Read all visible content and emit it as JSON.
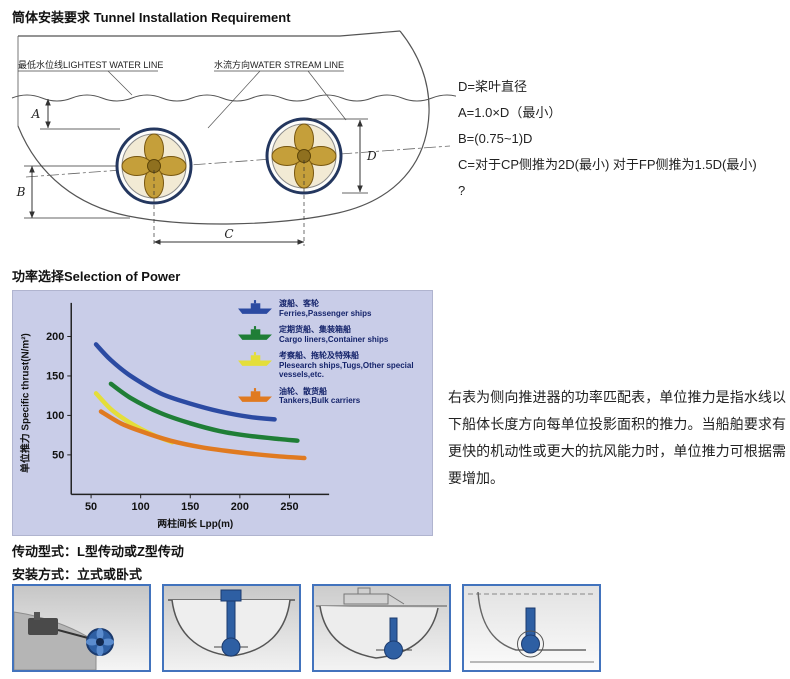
{
  "sections": {
    "tunnel_title": "筒体安装要求 Tunnel Installation Requirement",
    "power_title": "功率选择Selection of Power",
    "drive_line": "传动型式：L型传动或Z型传动",
    "mount_line": "安装方式：立式或卧式"
  },
  "diagram": {
    "lightest_water_line": "最低水位线LIGHTEST WATER LINE",
    "water_stream_line": "水流方向WATER STREAM LINE",
    "dims": {
      "a": "A",
      "b": "B",
      "c": "C",
      "d": "D"
    }
  },
  "specs": [
    "D=桨叶直径",
    "A=1.0×D（最小）",
    "B=(0.75~1)D",
    "C=对于CP侧推为2D(最小) 对于FP侧推为1.5D(最小)",
    "?"
  ],
  "notes": {
    "power_paragraph": "右表为侧向推进器的功率匹配表，单位推力是指水线以下船体长度方向每单位投影面积的推力。当船舶要求有更快的机动性或更大的抗风能力时，单位推力可根据需要增加。"
  },
  "chart_data": {
    "type": "line",
    "title": "",
    "xlabel": "两柱间长 Lpp(m)",
    "ylabel": "单位推力 Specific thrust(N/m²)",
    "xlim": [
      30,
      280
    ],
    "ylim": [
      0,
      230
    ],
    "x_ticks": [
      50,
      100,
      150,
      200,
      250
    ],
    "y_ticks": [
      50,
      100,
      150,
      200
    ],
    "grid": false,
    "legend_position": "top-right",
    "background": "#c9cde8",
    "series": [
      {
        "name_cn": "渡船、客轮",
        "name_en": "Ferries,Passenger ships",
        "color": "#2b4aa2",
        "x": [
          55,
          70,
          90,
          120,
          150,
          180,
          210,
          235
        ],
        "y": [
          190,
          170,
          150,
          128,
          115,
          105,
          98,
          95
        ]
      },
      {
        "name_cn": "定期货船、集装箱船",
        "name_en": "Cargo liners,Container ships",
        "color": "#1f7e36",
        "x": [
          70,
          90,
          120,
          150,
          180,
          210,
          240,
          258
        ],
        "y": [
          140,
          122,
          103,
          90,
          80,
          74,
          70,
          68
        ]
      },
      {
        "name_cn": "考察船、拖轮及特殊船",
        "name_en": "Plesearch ships,Tugs,Other special vessels,etc.",
        "color": "#e4de3a",
        "x": [
          55,
          70,
          85,
          100,
          115,
          132
        ],
        "y": [
          128,
          108,
          94,
          83,
          74,
          66
        ]
      },
      {
        "name_cn": "油轮、散货船",
        "name_en": "Tankers,Bulk carriers",
        "color": "#e07a20",
        "x": [
          60,
          80,
          100,
          130,
          160,
          200,
          240,
          265
        ],
        "y": [
          105,
          90,
          80,
          68,
          60,
          53,
          48,
          46
        ]
      }
    ]
  }
}
